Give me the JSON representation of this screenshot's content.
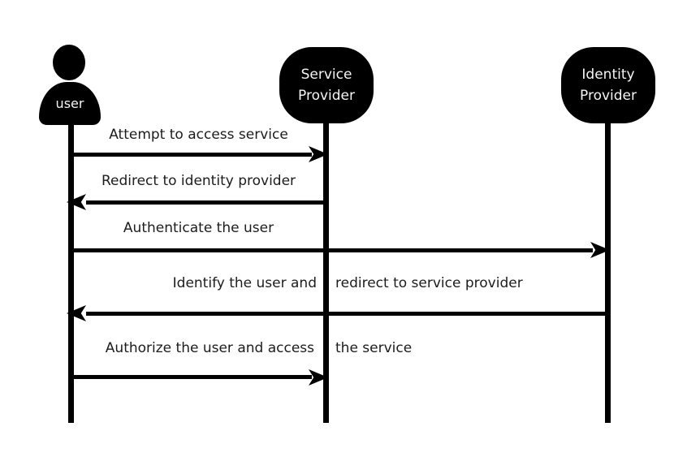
{
  "diagram": {
    "type": "sequence-diagram",
    "colors": {
      "background": "#ffffff",
      "shape": "#000000",
      "message_text": "#1c1c1c",
      "node_text": "#f5f5f5"
    },
    "actors": [
      {
        "id": "user",
        "kind": "person",
        "label": "user"
      },
      {
        "id": "service-provider",
        "kind": "node",
        "lines": [
          "Service",
          "Provider"
        ]
      },
      {
        "id": "identity-provider",
        "kind": "node",
        "lines": [
          "Identity",
          "Provider"
        ]
      }
    ],
    "messages": [
      {
        "from": "user",
        "to": "service-provider",
        "direction": "right",
        "label": "Attempt to access service"
      },
      {
        "from": "service-provider",
        "to": "user",
        "direction": "left",
        "label": "Redirect to identity provider"
      },
      {
        "from": "user",
        "to": "identity-provider",
        "direction": "right",
        "label": "Authenticate the user"
      },
      {
        "from": "identity-provider",
        "to": "user",
        "direction": "left",
        "label_left": "Identify the user and",
        "label_right": "redirect to service provider"
      },
      {
        "from": "user",
        "to": "service-provider",
        "direction": "right",
        "label_left": "Authorize the user and access",
        "label_right": "the service"
      }
    ]
  }
}
